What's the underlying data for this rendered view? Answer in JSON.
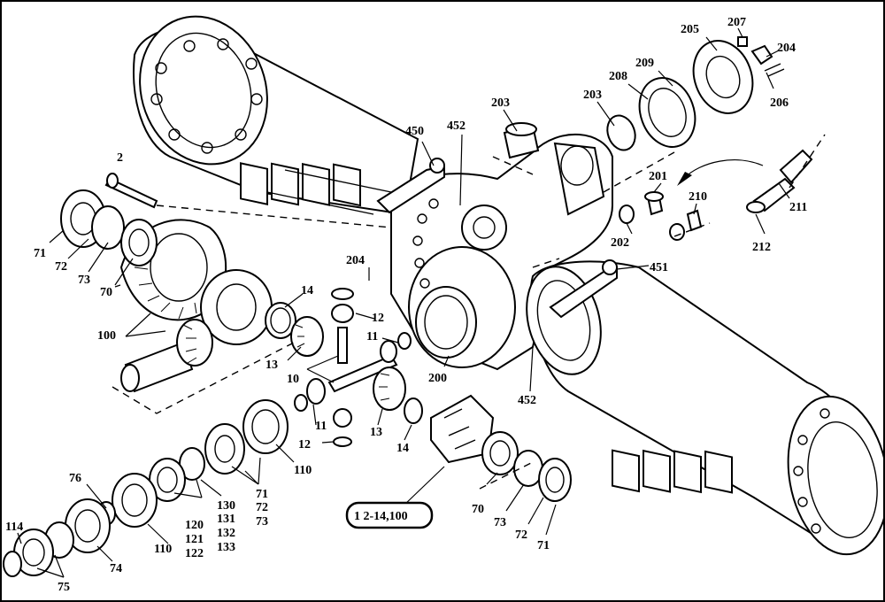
{
  "diagram": {
    "labels": {
      "p2": "2",
      "p71a": "71",
      "p72a": "72",
      "p73a": "73",
      "p70a": "70",
      "p100": "100",
      "p450": "450",
      "p452a": "452",
      "p203a": "203",
      "p203b": "203",
      "p205": "205",
      "p207": "207",
      "p204a": "204",
      "p208": "208",
      "p209": "209",
      "p206": "206",
      "p201": "201",
      "p210": "210",
      "p211": "211",
      "p202": "202",
      "p212": "212",
      "p204b": "204",
      "p451": "451",
      "p14a": "14",
      "p12a": "12",
      "p11a": "11",
      "p13a": "13",
      "p10": "10",
      "p200": "200",
      "p452b": "452",
      "p11b": "11",
      "p12b": "12",
      "p13b": "13",
      "p14b": "14",
      "p110a": "110",
      "p71b": "71",
      "p72b": "72",
      "p73b": "73",
      "p76": "76",
      "p130": "130",
      "p131": "131",
      "p132": "132",
      "p133": "133",
      "p120": "120",
      "p121": "121",
      "p122": "122",
      "p110b": "110",
      "p74": "74",
      "p114": "114",
      "p75": "75",
      "p70b": "70",
      "p73c": "73",
      "p72c": "72",
      "p71c": "71"
    },
    "kit_label": "1  2-14,100"
  }
}
